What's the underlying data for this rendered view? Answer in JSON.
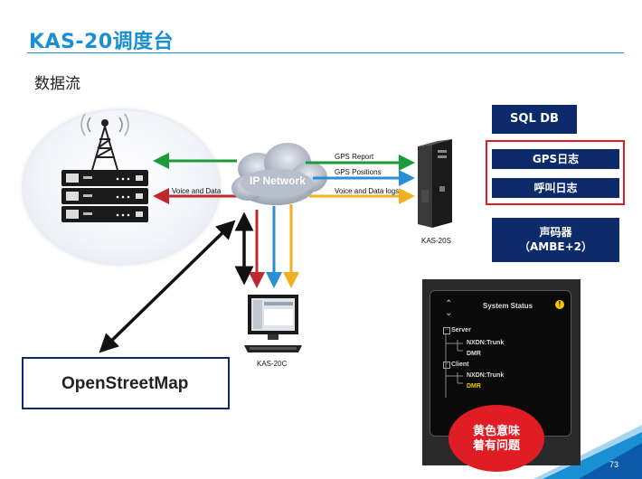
{
  "title": "KAS-20调度台",
  "subtitle": "数据流",
  "network": {
    "cloud_label": "IP Network",
    "voice_data_left": "Voice and Data",
    "gps_report": "GPS Report",
    "gps_positions": "GPS Positions",
    "voice_data_logs": "Voice and Data logs"
  },
  "devices": {
    "server_label": "KAS-20S",
    "client_label": "KAS-20C"
  },
  "boxes": {
    "sql_db": "SQL DB",
    "gps_log": "GPS日志",
    "call_log": "呼叫日志",
    "vocoder_line1": "声码器",
    "vocoder_line2": "（AMBE+2）"
  },
  "osm": {
    "label": "OpenStreetMap"
  },
  "system_status": {
    "title": "System Status",
    "server": "Server",
    "server_item1": "NXDN:Trunk",
    "server_item2": "DMR",
    "client": "Client",
    "client_item1": "NXDN:Trunk",
    "client_item2": "DMR"
  },
  "callout": {
    "line1": "黄色意味",
    "line2": "着有问题"
  },
  "page_number": "73",
  "colors": {
    "title_blue": "#1a8fd4",
    "navy": "#0d2b6b",
    "green_arrow": "#1a9a3a",
    "blue_arrow": "#2a8fd4",
    "orange_arrow": "#f0b020",
    "red_arrow": "#c0282c",
    "highlight_red": "#e01c24",
    "warning_yellow": "#f5c400"
  }
}
